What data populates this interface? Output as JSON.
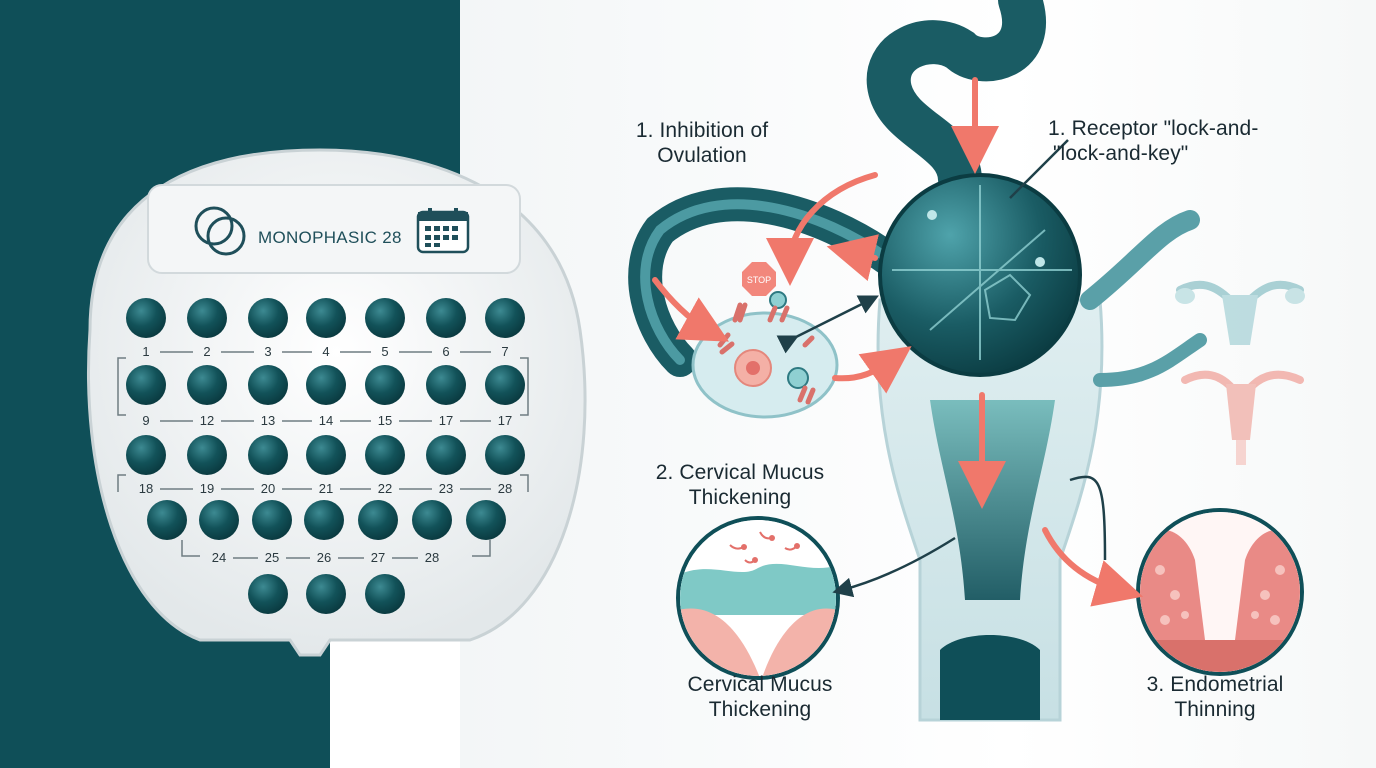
{
  "pack": {
    "brand_text": "MONOPHASIC 28",
    "logo_icon": "interlocking-rings-logo",
    "calendar_icon": "calendar-icon",
    "rows": [
      {
        "labels": [
          "1",
          "2",
          "3",
          "4",
          "5",
          "6",
          "7"
        ]
      },
      {
        "labels": [
          "9",
          "12",
          "13",
          "14",
          "15",
          "17",
          "17"
        ]
      },
      {
        "labels": [
          "18",
          "19",
          "20",
          "21",
          "22",
          "23",
          "28"
        ]
      },
      {
        "labels": [
          "24",
          "25",
          "26",
          "27",
          "28"
        ]
      }
    ],
    "extra_pills": 3,
    "pill_color": "#114f57"
  },
  "diagram": {
    "label_inhibition_line1": "1. Inhibition of",
    "label_inhibition_line2": "Ovulation",
    "label_receptor_line1": "1. Receptor \"lock-and-",
    "label_receptor_line2": "\"lock-and-key\"",
    "label_mucus_top_line1": "2. Cervical Mucus",
    "label_mucus_top_line2": "Thickening",
    "label_mucus_bottom_line1": "Cervical Mucus",
    "label_mucus_bottom_line2": "Thickening",
    "label_endometrial_line1": "3. Endometrial",
    "label_endometrial_line2": "Thinning",
    "stop_sign_text": "STOP",
    "colors": {
      "teal_dark": "#0f4f58",
      "teal_mid": "#2e7a82",
      "arrow_salmon": "#f0786b",
      "tissue_pink": "#e98a86"
    }
  }
}
